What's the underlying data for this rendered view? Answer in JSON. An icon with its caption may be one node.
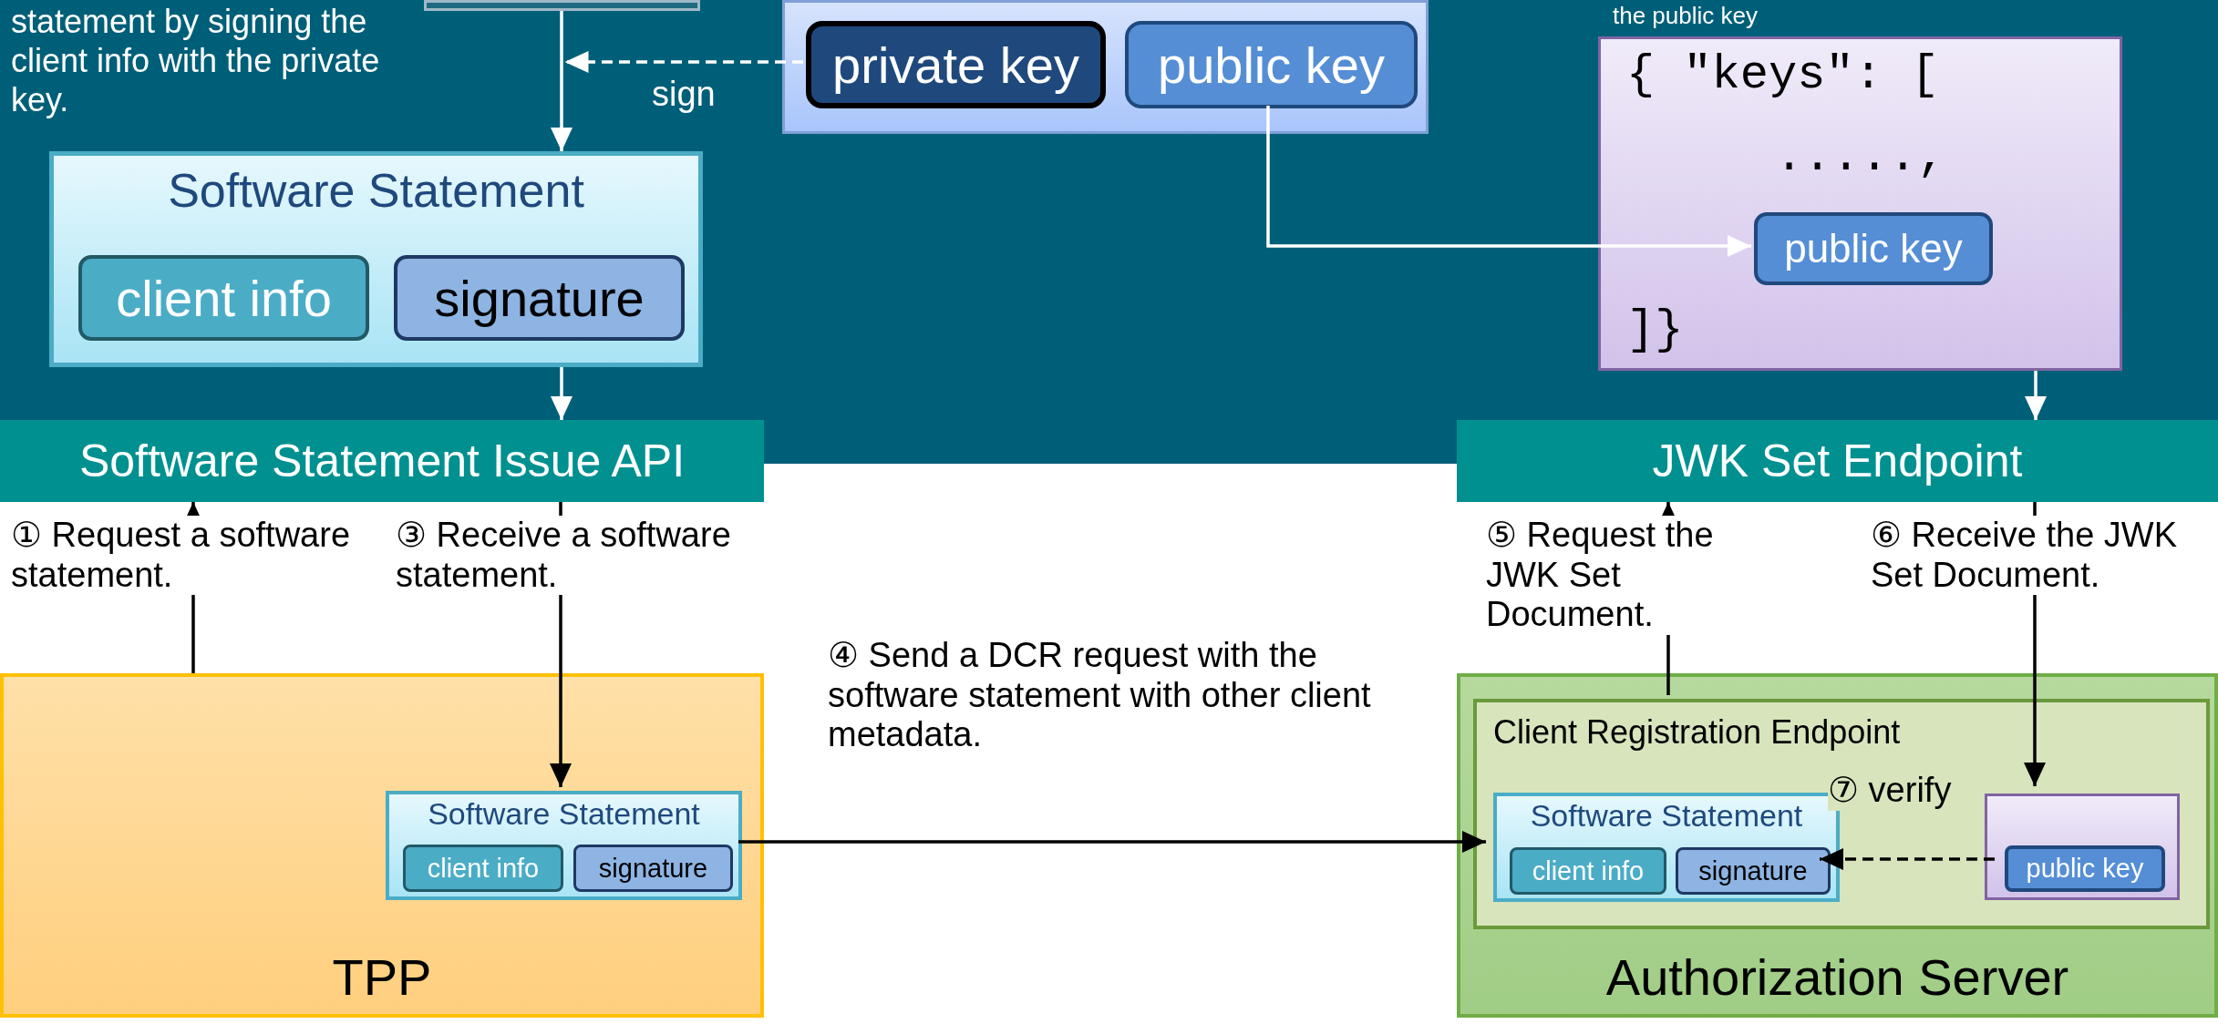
{
  "diagram": {
    "nodes": [
      {
        "text": [],
        "shape": "box"
      },
      {
        "text": [],
        "shape": "box",
        "in": 0
      },
      {
        "text": [],
        "shape": "box",
        "in": 0
      },
      {
        "text": [
          "private key"
        ],
        "in": 2
      },
      {
        "text": [
          "public key"
        ],
        "in": 2
      },
      {
        "text": [
          "Software Statement"
        ],
        "in": 0
      },
      {
        "text": [
          "client info"
        ],
        "in": 5
      },
      {
        "text": [
          "signature"
        ],
        "in": 5
      },
      {
        "text": [
          "{ \"keys\": [",
          ".....,",
          "]}"
        ],
        "in": 0
      },
      {
        "text": [
          "public key"
        ],
        "in": 8
      },
      {
        "text": [
          "Software Statement Issue API"
        ]
      },
      {
        "text": [
          "JWK Set Endpoint"
        ]
      },
      {
        "text": [
          "TPP"
        ]
      },
      {
        "text": [
          "Software Statement"
        ],
        "in": 12
      },
      {
        "text": [
          "client info"
        ],
        "in": 13
      },
      {
        "text": [
          "signature"
        ],
        "in": 13
      },
      {
        "text": [
          "Authorization Server"
        ]
      },
      {
        "text": [
          "Client Registration Endpoint"
        ],
        "in": 16
      },
      {
        "text": [
          "Software Statement"
        ],
        "in": 17
      },
      {
        "text": [
          "client info"
        ],
        "in": 18
      },
      {
        "text": [
          "signature"
        ],
        "in": 18
      },
      {
        "text": [],
        "shape": "box",
        "in": 17
      },
      {
        "text": [
          "public key"
        ],
        "in": 21
      }
    ],
    "edges": [
      {
        "from": 1,
        "to": 5,
        "arrow": "to",
        "color": "#ffffff"
      },
      {
        "from": 3,
        "to": 1,
        "arrow": "to",
        "label": "sign",
        "style": "dashed",
        "color": "#ffffff"
      },
      {
        "from": 4,
        "to": 9,
        "arrow": "to",
        "color": "#ffffff"
      },
      {
        "from": 5,
        "to": 10,
        "arrow": "to",
        "color": "#ffffff"
      },
      {
        "from": 8,
        "to": 11,
        "arrow": "to",
        "color": "#ffffff"
      },
      {
        "from": 12,
        "to": 10,
        "arrow": "to",
        "label": "① Request a software statement.",
        "color": "#000000"
      },
      {
        "from": 10,
        "to": 13,
        "arrow": "to",
        "label": "③ Receive a software statement.",
        "color": "#000000"
      },
      {
        "from": 13,
        "to": 18,
        "arrow": "to",
        "label": "④ Send a DCR request with the software statement with other client metadata.",
        "color": "#000000"
      },
      {
        "from": 17,
        "to": 11,
        "arrow": "to",
        "label": "⑤ Request the JWK Set Document.",
        "color": "#000000"
      },
      {
        "from": 11,
        "to": 21,
        "arrow": "to",
        "label": "⑥ Receive the JWK Set Document.",
        "color": "#000000"
      },
      {
        "from": 22,
        "to": 20,
        "arrow": "to",
        "label": "⑦ verify",
        "style": "dashed",
        "color": "#000000"
      }
    ],
    "labels": [
      "statement by signing the client info with the private key.",
      "the public key"
    ]
  }
}
